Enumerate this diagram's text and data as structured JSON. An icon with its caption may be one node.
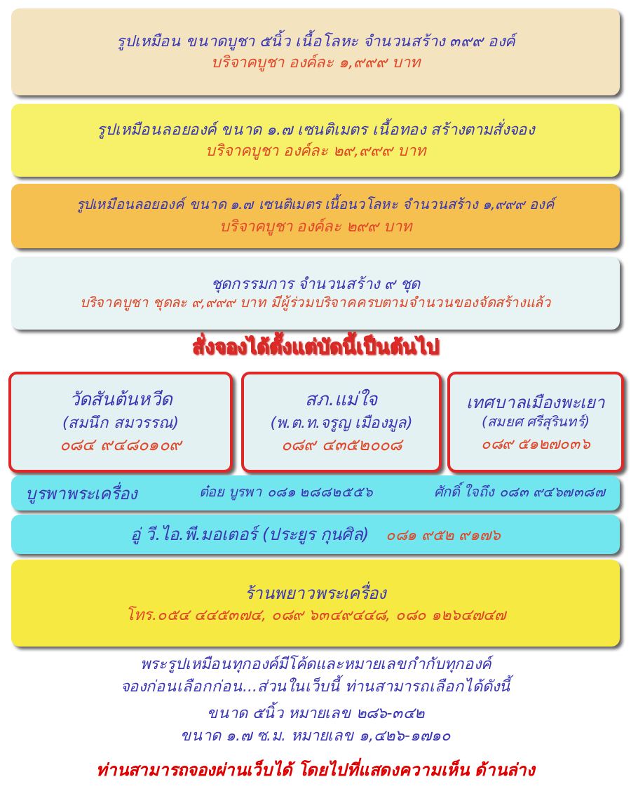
{
  "diagram": {
    "nodes": [
      {
        "text": [
          "รูปเหมือน ขนาดบูชา ๕นิ้ว เนื้อโลหะ จำนวนสร้าง ๓๙๙ องค์",
          "บริจาคบูชา องค์ละ ๑,๙๙๙ บาท"
        ]
      },
      {
        "text": [
          "รูปเหมือนลอยองค์ ขนาด ๑.๗ เซนติเมตร เนื้อทอง สร้างตามสั่งจอง",
          "บริจาคบูชา องค์ละ ๒๙,๙๙๙ บาท"
        ]
      },
      {
        "text": [
          "รูปเหมือนลอยองค์ ขนาด ๑.๗ เซนติเมตร เนื้อนวโลหะ จำนวนสร้าง ๑,๙๙๙ องค์",
          "บริจาคบูชา องค์ละ ๒๙๙ บาท"
        ]
      },
      {
        "text": [
          "ชุดกรรมการ จำนวนสร้าง ๙ ชุด",
          "บริจาคบูชา ชุดละ ๙,๙๙๙ บาท มีผู้ร่วมบริจาคครบตามจำนวนของจัดสร้างแล้ว"
        ]
      },
      {
        "text": [
          "วัดสันต้นหวีด",
          "(สมนึก สมวรรณ)",
          "๐๘๔ ๙๔๘๐๑๐๙"
        ]
      },
      {
        "text": [
          "สภ.แม่ใจ",
          "(พ.ต.ท.จรูญ เมืองมูล)",
          "๐๘๙ ๔๓๕๒๐๐๘"
        ]
      },
      {
        "text": [
          "เทศบาลเมืองพะเยา",
          "(สมยศ ศรีสุรินทร์)",
          "๐๘๙ ๕๑๒๗๐๓๖"
        ]
      },
      {
        "text": [
          "บูรพาพระเครื่อง",
          "ต๋อย บูรพา ๐๘๑ ๒๘๘๒๕๕๖",
          "ศักดิ์ ใจถึง ๐๘๓ ๙๔๖๗๓๘๗"
        ]
      },
      {
        "text": [
          "อู่ วี.ไอ.พี.มอเตอร์ (ประยูร กุนศิล)",
          "๐๘๑ ๙๕๒ ๙๑๗๖"
        ]
      },
      {
        "text": [
          "ร้านพยาวพระเครื่อง",
          "โทร.๐๕๔ ๔๔๕๓๗๔, ๐๘๙ ๖๓๔๙๔๔๘, ๐๘๐ ๑๒๖๔๗๔๗"
        ]
      }
    ],
    "labels": [
      "สั่งจองได้ตั้งแต่บัดนี้เป็นต้นไป",
      "พระรูปเหมือนทุกองค์มีโค้ดและหมายเลขกำกับทุกองค์",
      "จองก่อนเลือกก่อน...ส่วนในเว็บนี้ ท่านสามารถเลือกได้ดังนี้",
      "ขนาด ๕นิ้ว หมายเลข ๒๘๖-๓๔๒",
      "ขนาด ๑.๗ ซ.ม. หมายเลข ๑,๔๒๖-๑๗๑๐",
      "ท่านสามารถจองผ่านเว็บได้ โดยไปที่แสดงความเห็น ด้านล่าง"
    ]
  }
}
